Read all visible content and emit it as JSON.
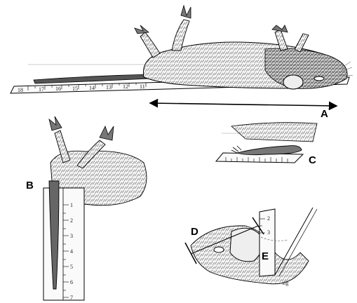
{
  "labels": {
    "a": "A",
    "b": "B",
    "c": "C",
    "d": "D",
    "e": "E"
  },
  "rulers": {
    "body_ruler_ticks": [
      "18",
      "17",
      "16",
      "15",
      "14",
      "13",
      "12",
      "11"
    ],
    "tail_ruler_ticks": [
      "1",
      "2",
      "3",
      "4",
      "5",
      "6",
      "7"
    ],
    "ear_ruler_ticks": [
      "2",
      "3"
    ]
  },
  "signature": "sig",
  "icons": [
    "mouse-body-illustration",
    "tail-illustration",
    "hind-foot-illustration",
    "ear-illustration",
    "measure-arrow"
  ],
  "colors": {
    "ink": "#000000",
    "fur": "#6b6b6b",
    "fur_light": "#bdbdbd"
  }
}
